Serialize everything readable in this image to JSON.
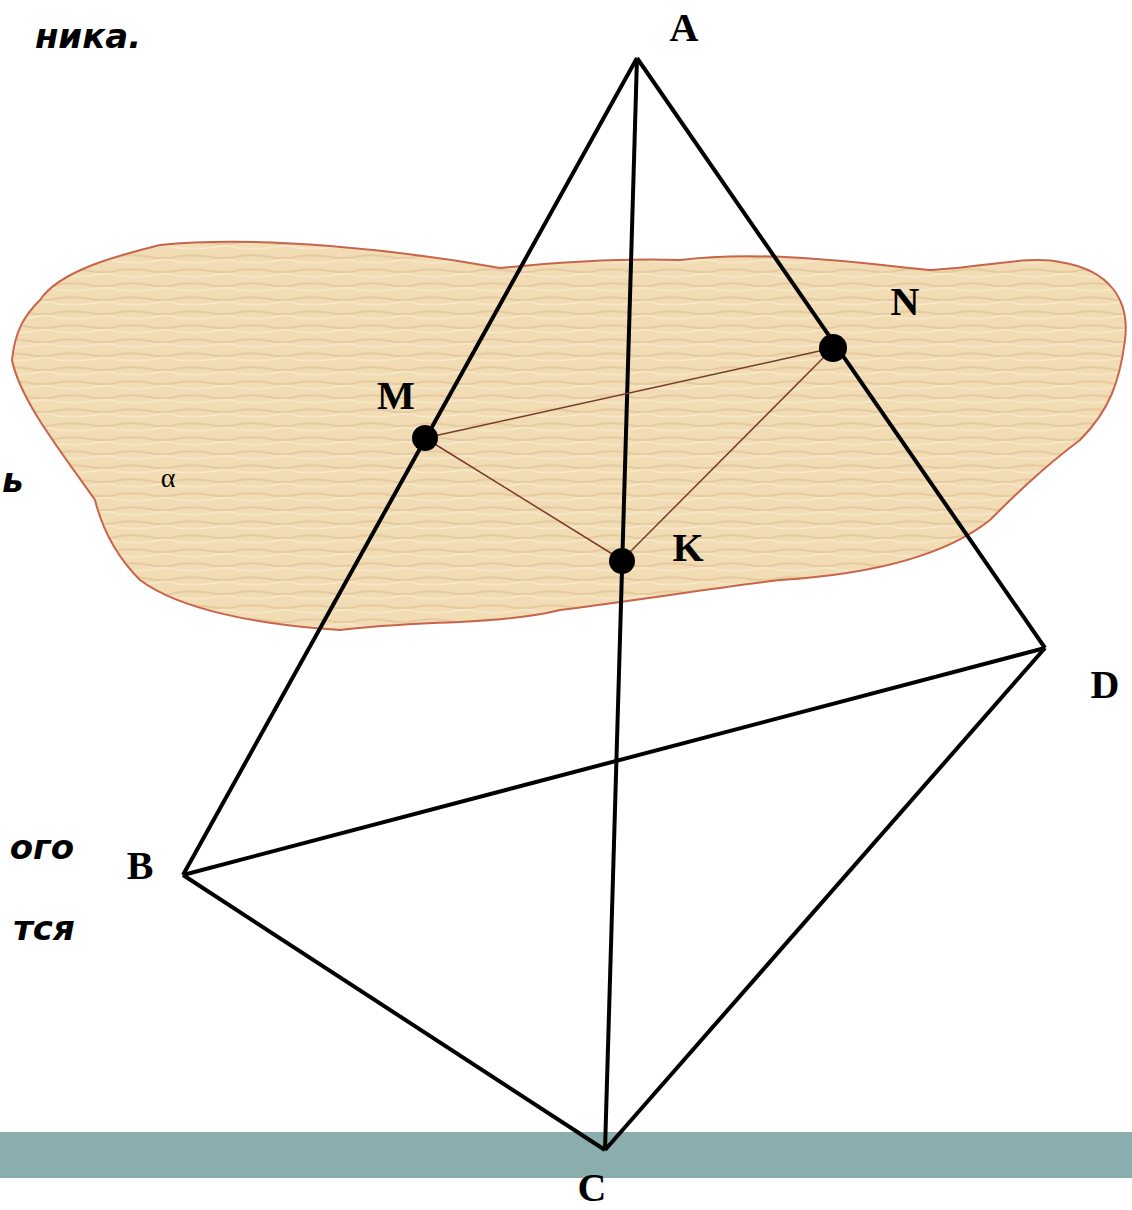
{
  "diagram": {
    "labels": [
      "ника.",
      "ь",
      "ого",
      "тся",
      "A",
      "N",
      "M",
      "α",
      "K",
      "D",
      "B",
      "C"
    ]
  }
}
